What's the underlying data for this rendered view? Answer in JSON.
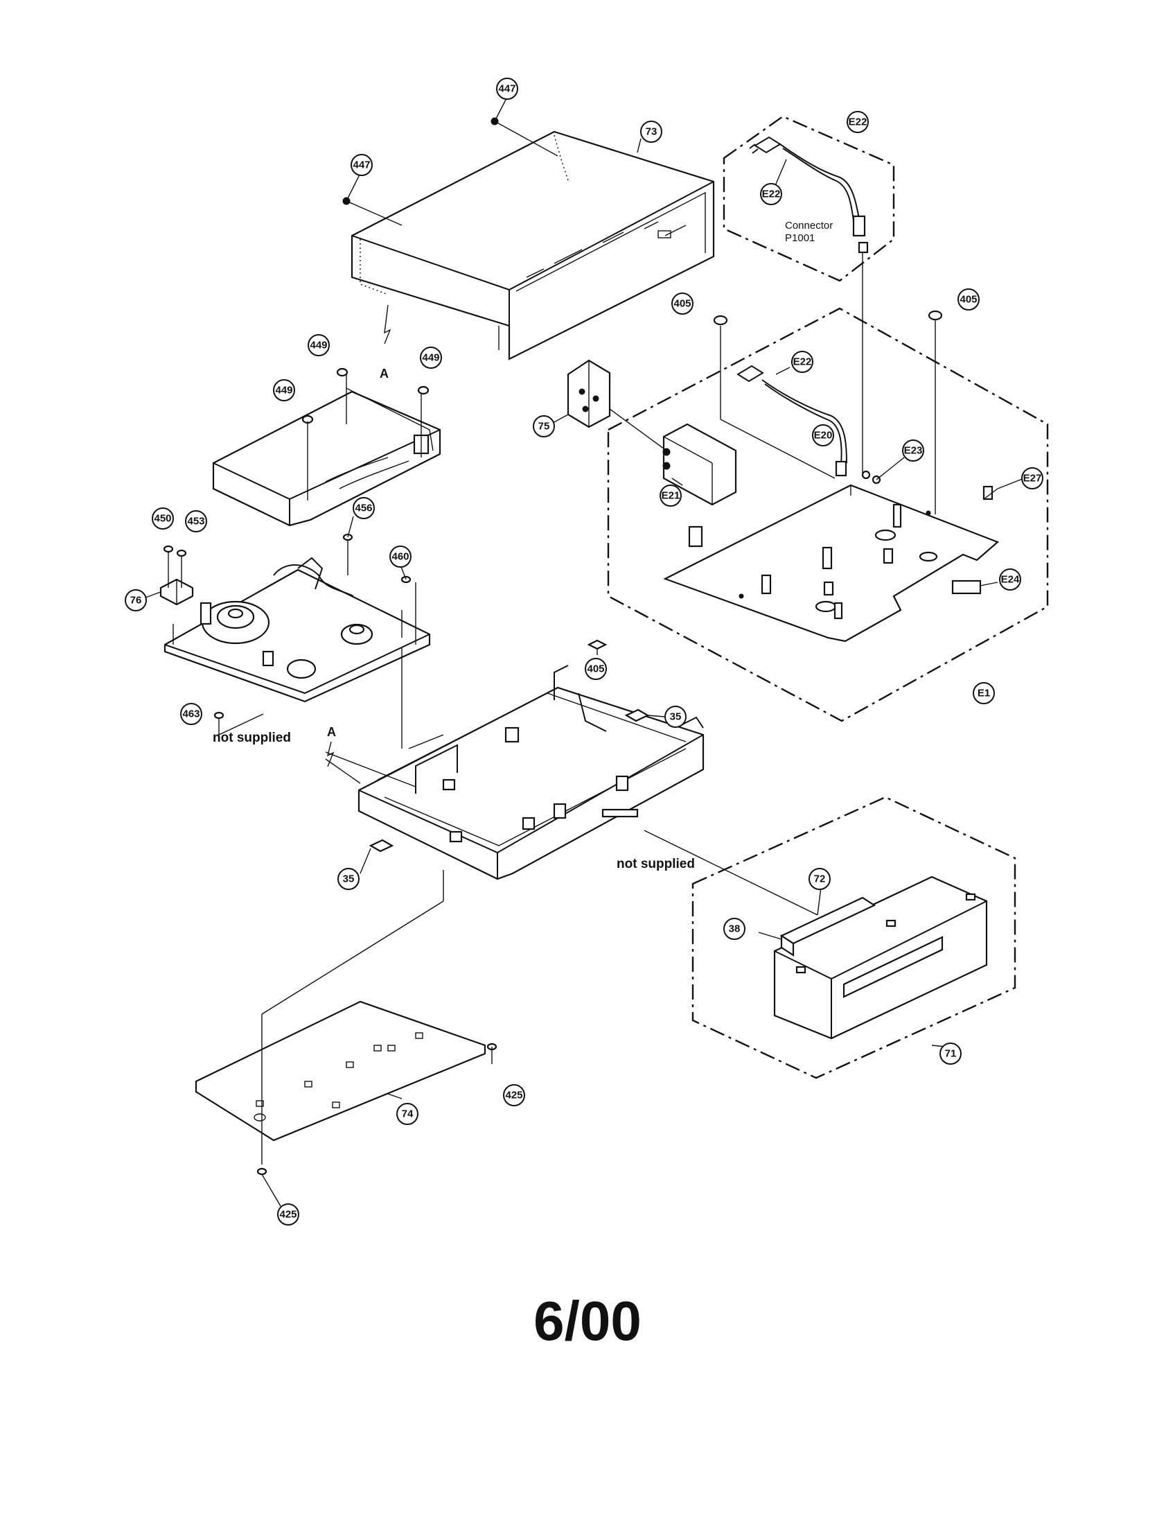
{
  "callouts": {
    "c447a": "447",
    "c447b": "447",
    "c73": "73",
    "cE22a": "E22",
    "cE22b": "E22",
    "c405a": "405",
    "c405b": "405",
    "c405c": "405",
    "cE22c": "E22",
    "c449a": "449",
    "c449b": "449",
    "c449c": "449",
    "c75": "75",
    "cE20": "E20",
    "cE23": "E23",
    "cE21": "E21",
    "cE27": "E27",
    "c450": "450",
    "c453": "453",
    "c456": "456",
    "c76": "76",
    "c460": "460",
    "cE24": "E24",
    "c463": "463",
    "c35a": "35",
    "c35b": "35",
    "cE1": "E1",
    "c72": "72",
    "c38": "38",
    "c71": "71",
    "c425a": "425",
    "c425b": "425",
    "c74": "74"
  },
  "labels": {
    "connector": "Connector",
    "connector_id": "P1001",
    "not_supplied_1": "not supplied",
    "not_supplied_2": "not supplied",
    "ref_a_1": "A",
    "ref_a_2": "A"
  },
  "footer": {
    "date": "6/00"
  }
}
